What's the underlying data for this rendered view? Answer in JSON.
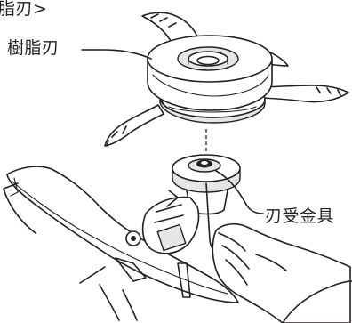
{
  "labels": {
    "section_title": "脂刃>",
    "resin_blade": "樹脂刃",
    "blade_holder": "刃受金具"
  }
}
